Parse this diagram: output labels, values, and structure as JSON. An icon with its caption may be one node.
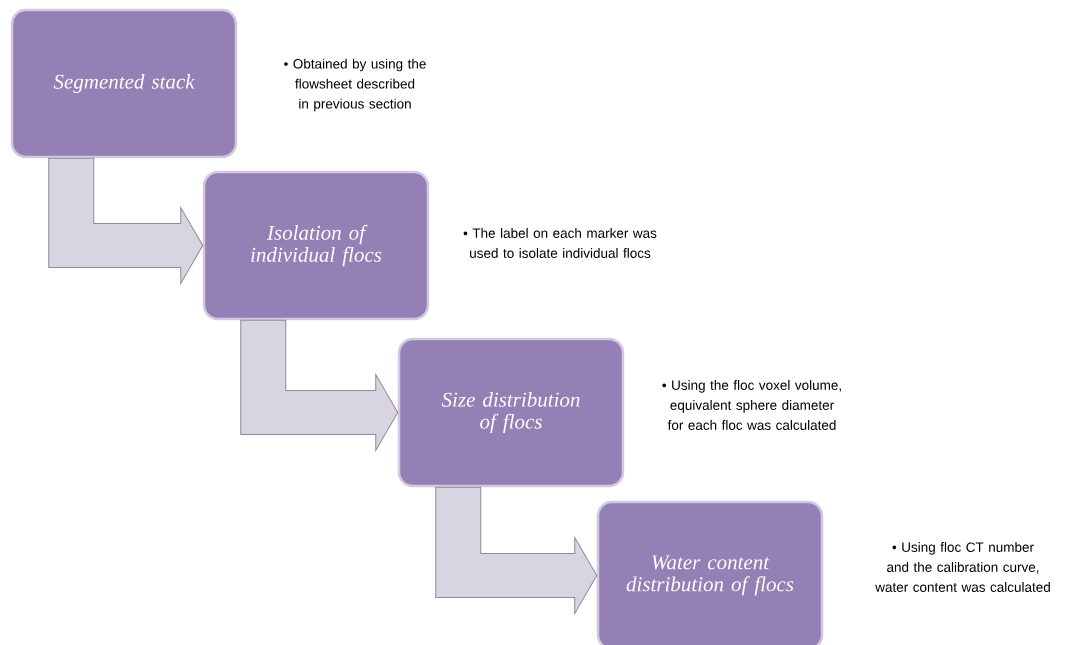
{
  "diagram": {
    "nodes": [
      {
        "text": [
          "Segmented stack"
        ],
        "beside": [
          "• Obtained by using the flowsheet described in previous section"
        ]
      },
      {
        "text": [
          "Isolation of individual flocs"
        ],
        "beside": [
          "• The label on each marker was used to isolate individual flocs"
        ]
      },
      {
        "text": [
          "Size distribution of flocs"
        ],
        "beside": [
          "• Using the floc voxel volume, equivalent sphere diameter for each floc was calculated"
        ]
      },
      {
        "text": [
          "Water content distribution of flocs"
        ],
        "beside": [
          "• Using floc CT number and the calibration curve, water content was calculated"
        ]
      }
    ],
    "edges": [
      {
        "from": 0,
        "to": 1,
        "arrow": "to"
      },
      {
        "from": 1,
        "to": 2,
        "arrow": "to"
      },
      {
        "from": 2,
        "to": 3,
        "arrow": "to"
      }
    ]
  }
}
